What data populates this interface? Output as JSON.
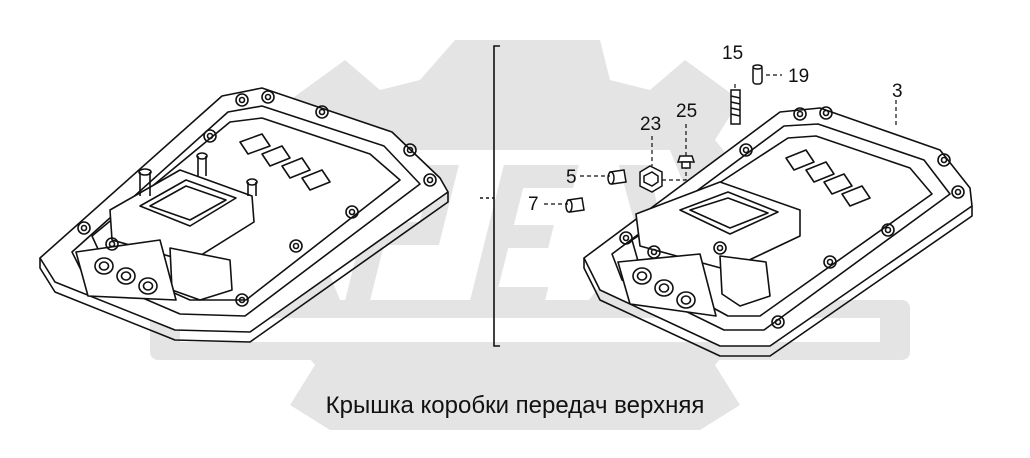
{
  "watermark": {
    "text": "OPEX",
    "color": "#e4e4e4"
  },
  "callouts": {
    "c15": "15",
    "c19": "19",
    "c3": "3",
    "c25": "25",
    "c23": "23",
    "c5": "5",
    "c7": "7"
  },
  "caption": "Крышка коробки передач верхняя",
  "colors": {
    "line": "#111111",
    "background": "#ffffff"
  }
}
